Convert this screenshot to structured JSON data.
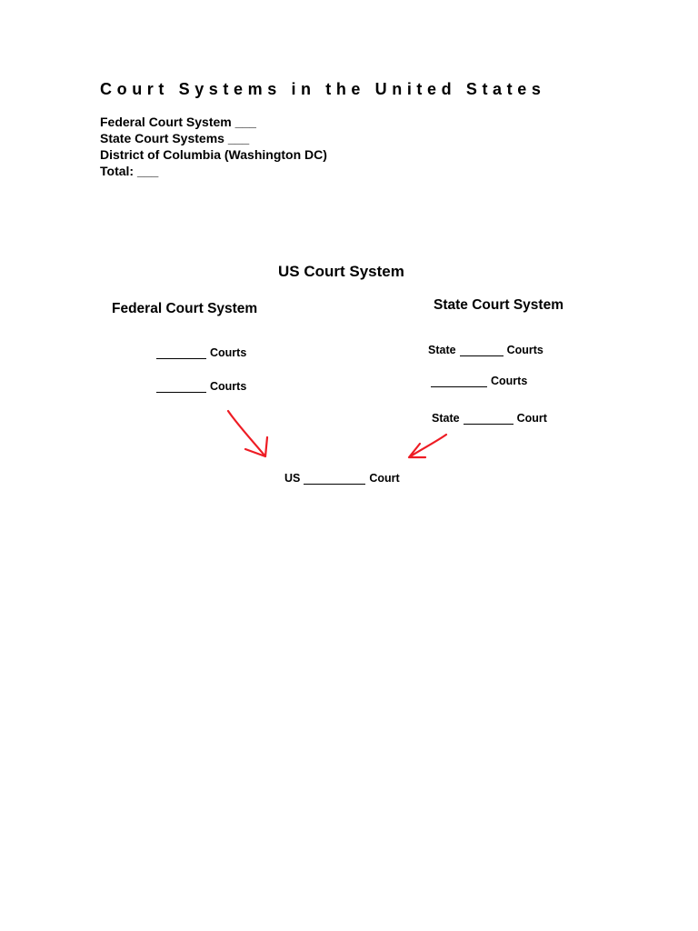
{
  "document": {
    "title": "Court Systems in the United States",
    "info_lines": [
      "Federal Court System ___",
      "State Court Systems ___",
      "District of Columbia (Washington DC)",
      "Total: ___"
    ]
  },
  "diagram": {
    "title": "US Court System",
    "federal": {
      "heading": "Federal Court System",
      "rows": [
        {
          "prefix": "",
          "suffix": "Courts"
        },
        {
          "prefix": "",
          "suffix": "Courts"
        }
      ]
    },
    "state": {
      "heading": "State Court System",
      "rows": [
        {
          "prefix": "State",
          "suffix": "Courts"
        },
        {
          "prefix": "",
          "suffix": "Courts"
        },
        {
          "prefix": "State",
          "suffix": "Court"
        }
      ]
    },
    "bottom": {
      "prefix": "US",
      "suffix": "Court"
    },
    "arrow_color": "#ee1c24"
  }
}
